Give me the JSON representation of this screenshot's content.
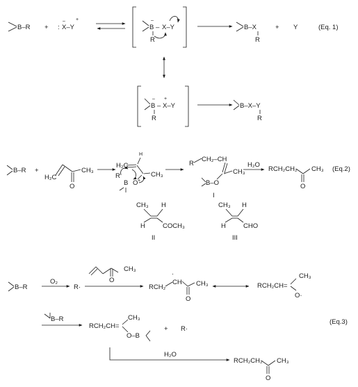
{
  "scheme": {
    "eq1": {
      "label": "(Eq. 1)",
      "reactant_borane": "B–R",
      "plus": "+",
      "nucleophile": "X–Y",
      "complex_xy": "X–Y",
      "complex_r": "R",
      "product_bx": "B–X",
      "product_r": "R",
      "product_y": "Y",
      "alt_complex_xy": "X–Y",
      "alt_complex_r": "R",
      "alt_product": "B–X–Y",
      "alt_product_r": "R"
    },
    "eq2": {
      "label": "(Eq.2)",
      "borane": "B–R",
      "plus": "+",
      "mvk_h2c": "H₂C",
      "mvk_ch3": "CH₃",
      "mvk_o": "O",
      "ts_h": "H",
      "ts_h2c": "H₂C",
      "ts_ch3": "CH₃",
      "ts_r": "R",
      "ts_b": "B",
      "ts_o": "O",
      "int_r": "R",
      "int_ch2ch": "CH₂–CH",
      "int_ch3": "CH₃",
      "int_bo": "B–O",
      "int_num": "I",
      "water": "H₂O",
      "product_chain": "RCH₂CH₂",
      "product_ch3": "CH₃",
      "product_o": "O",
      "II": {
        "ch3": "CH₃",
        "h_top": "H",
        "h_bottom": "H",
        "coch3": "COCH₃",
        "label": "II"
      },
      "III": {
        "ch3": "CH₃",
        "h_top": "H",
        "h_bottom": "H",
        "cho": "CHO",
        "label": "III"
      }
    },
    "eq3": {
      "label": "(Eq.3)",
      "borane": "B–R",
      "oxygen": "O₂",
      "radical_r": "R·",
      "mvk_ch3": "CH₃",
      "mvk_o": "O",
      "rad_chain": "RCH₂",
      "rad_ch": "CH",
      "rad_ch3": "CH₃",
      "rad_o": "O",
      "enol_chain": "RCH₂CH=",
      "enol_ch3": "CH₃",
      "enol_o": "O·",
      "reagent_borane": "B–R",
      "enolborane_chain": "RCH₂CH=",
      "enolborane_ch3": "CH₃",
      "enolborane_ob": "O–B",
      "plus": "+",
      "radical_r2": "R·",
      "water": "H₂O",
      "product_chain": "RCH₂CH₂",
      "product_ch3": "CH₃",
      "product_o": "O"
    }
  }
}
